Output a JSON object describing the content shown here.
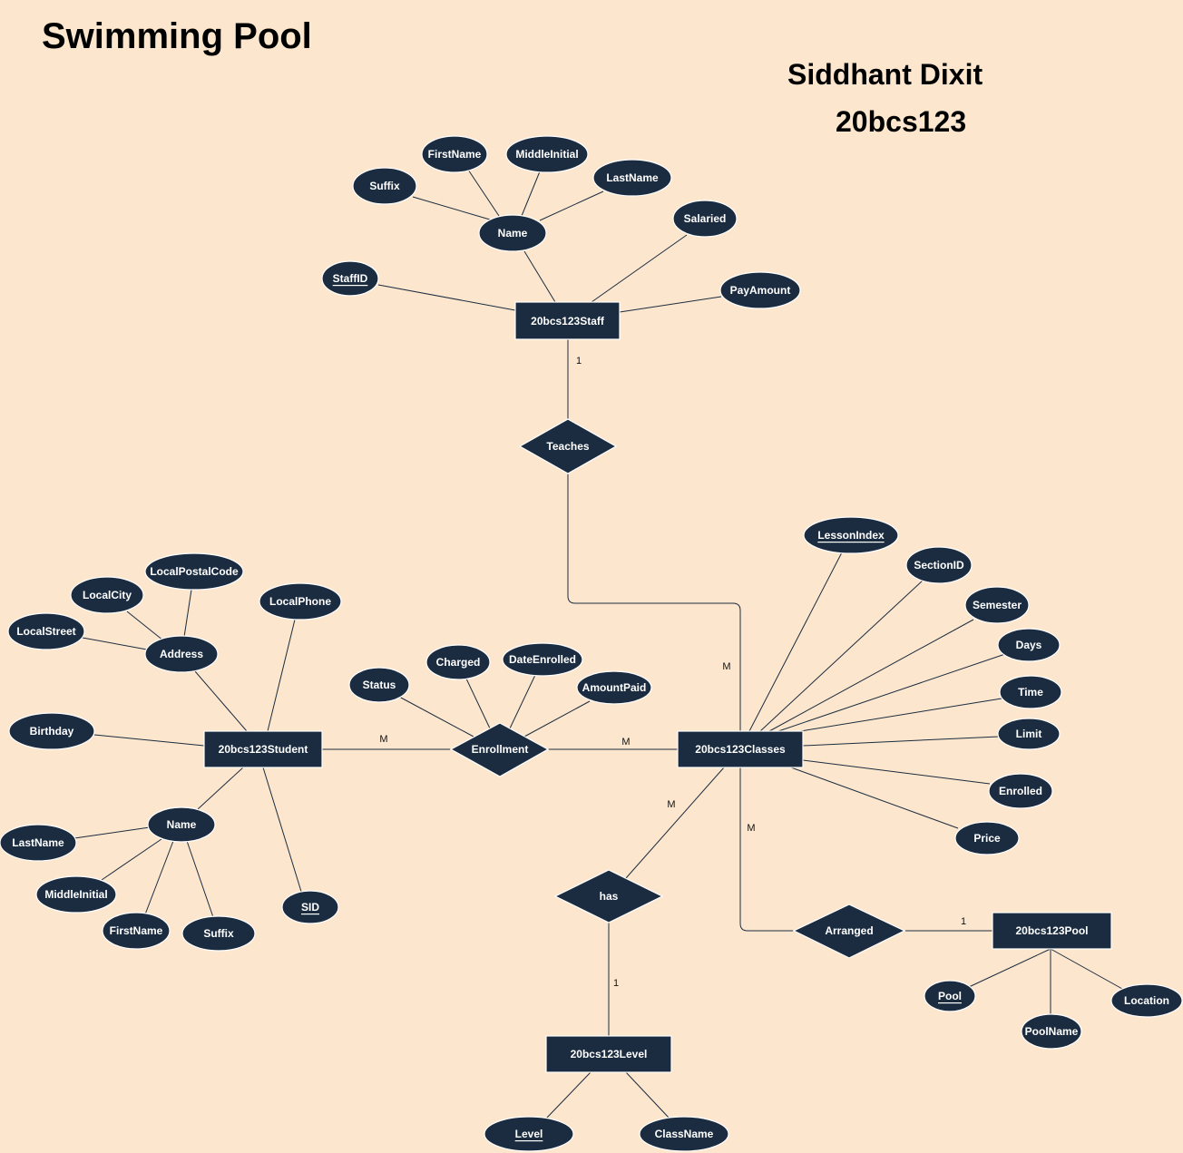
{
  "header": {
    "title": "Swimming Pool",
    "author": "Siddhant Dixit",
    "roll": "20bcs123"
  },
  "entities": {
    "staff": "20bcs123Staff",
    "student": "20bcs123Student",
    "classes": "20bcs123Classes",
    "level": "20bcs123Level",
    "pool": "20bcs123Pool"
  },
  "relationships": {
    "teaches": "Teaches",
    "enrollment": "Enrollment",
    "has": "has",
    "arranged": "Arranged"
  },
  "attributes": {
    "staff": {
      "name": "Name",
      "suffix": "Suffix",
      "first_name": "FirstName",
      "middle_initial": "MiddleInitial",
      "last_name": "LastName",
      "salaried": "Salaried",
      "staff_id": "StaffID",
      "pay_amount": "PayAmount"
    },
    "student": {
      "local_postal_code": "LocalPostalCode",
      "local_city": "LocalCity",
      "local_phone": "LocalPhone",
      "local_street": "LocalStreet",
      "address": "Address",
      "birthday": "Birthday",
      "name": "Name",
      "last_name": "LastName",
      "middle_initial": "MiddleInitial",
      "first_name": "FirstName",
      "suffix": "Suffix",
      "sid": "SID"
    },
    "enrollment": {
      "status": "Status",
      "charged": "Charged",
      "date_enrolled": "DateEnrolled",
      "amount_paid": "AmountPaid"
    },
    "classes": {
      "lesson_index": "LessonIndex",
      "section_id": "SectionID",
      "semester": "Semester",
      "days": "Days",
      "time": "Time",
      "limit": "Limit",
      "enrolled": "Enrolled",
      "price": "Price"
    },
    "pool": {
      "pool": "Pool",
      "pool_name": "PoolName",
      "location": "Location"
    },
    "level": {
      "level": "Level",
      "class_name": "ClassName"
    }
  },
  "cardinalities": {
    "staff_teaches": "1",
    "teaches_classes": "M",
    "student_enrollment": "M",
    "enrollment_classes": "M",
    "classes_has": "M",
    "has_level": "1",
    "classes_arranged": "M",
    "arranged_pool": "1"
  }
}
